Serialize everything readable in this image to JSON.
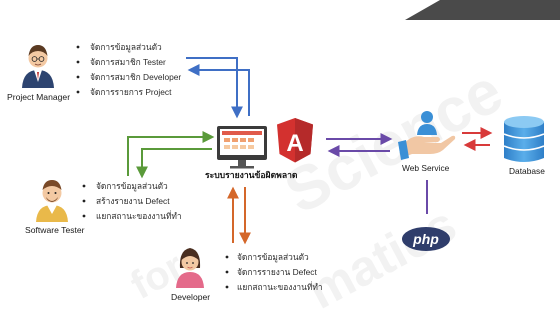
{
  "roles": {
    "project_manager": {
      "label": "Project Manager",
      "items": [
        "จัดการข้อมูลส่วนตัว",
        "จัดการสมาชิก Tester",
        "จัดการสมาชิก Developer",
        "จัดการรายการ Project"
      ]
    },
    "software_tester": {
      "label": "Software Tester",
      "items": [
        "จัดการข้อมูลส่วนตัว",
        "สร้างรายงาน Defect",
        "แยกสถานะของงานที่ทำ"
      ]
    },
    "developer": {
      "label": "Developer",
      "items": [
        "จัดการข้อมูลส่วนตัว",
        "จัดการรายงาน Defect",
        "แยกสถานะของงานที่ทำ"
      ]
    }
  },
  "system": {
    "label": "ระบบรายงานข้อผิดพลาด"
  },
  "web_service": {
    "label": "Web Service"
  },
  "database": {
    "label": "Database"
  },
  "php": {
    "label": "php"
  },
  "angular": {
    "letter": "A"
  },
  "watermark": {
    "text": "Science"
  },
  "colors": {
    "blue_arrow": "#3f6fc5",
    "green_arrow": "#5a9a3a",
    "orange_arrow": "#d4672a",
    "purple_arrow": "#6a4aa8",
    "red_arrow": "#d83a3a",
    "angular_red": "#d3312f",
    "db_blue": "#3a8fd6",
    "php_navy": "#2f3d6b"
  },
  "icons": [
    "project-manager-avatar",
    "software-tester-avatar",
    "developer-avatar",
    "monitor-icon",
    "angular-logo",
    "web-service-icon",
    "database-icon",
    "php-logo"
  ]
}
